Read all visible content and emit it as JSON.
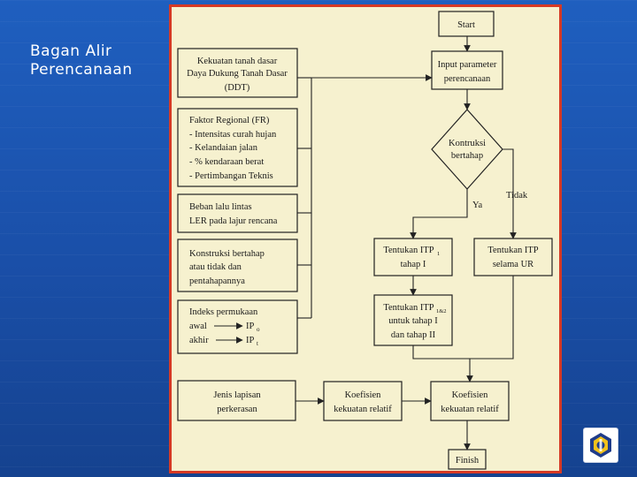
{
  "slide": {
    "title_line1": "Bagan Alir",
    "title_line2": "Perencanaan"
  },
  "flowchart": {
    "start": "Start",
    "input_param": [
      "Input parameter",
      "perencanaan"
    ],
    "decision": [
      "Kontruksi",
      "bertahap"
    ],
    "yes_label": "Ya",
    "no_label": "Tidak",
    "left_boxes": {
      "soil": [
        "Kekuatan tanah dasar",
        "Daya Dukung Tanah Dasar",
        "(DDT)"
      ],
      "regional": [
        "Faktor Regional (FR)",
        "-   Intensitas curah hujan",
        "-   Kelandaian jalan",
        "-   % kendaraan berat",
        "-   Pertimbangan Teknis"
      ],
      "traffic": [
        "Beban lalu lintas",
        "LER pada lajur rencana"
      ],
      "construction": [
        "Konstruksi bertahap",
        "atau tidak dan",
        "pentahapannya"
      ],
      "surface_index": [
        "Indeks permukaan",
        "awal",
        "akhir",
        "IP",
        "IP",
        "o",
        "t"
      ]
    },
    "itp1": [
      "Tentukan ITP",
      "tahap I",
      "1"
    ],
    "itp_ur": [
      "Tentukan ITP",
      "selama UR"
    ],
    "itp12": [
      "Tentukan ITP",
      "untuk tahap I",
      "dan tahap II",
      "1&2"
    ],
    "layer_type": [
      "Jenis lapisan",
      "perkerasan"
    ],
    "rel_coef": [
      "Koefisien",
      "kekuatan relatif"
    ],
    "rel_coef_right": [
      "Koefisien",
      "kekuatan relatif"
    ],
    "finish": "Finish"
  }
}
